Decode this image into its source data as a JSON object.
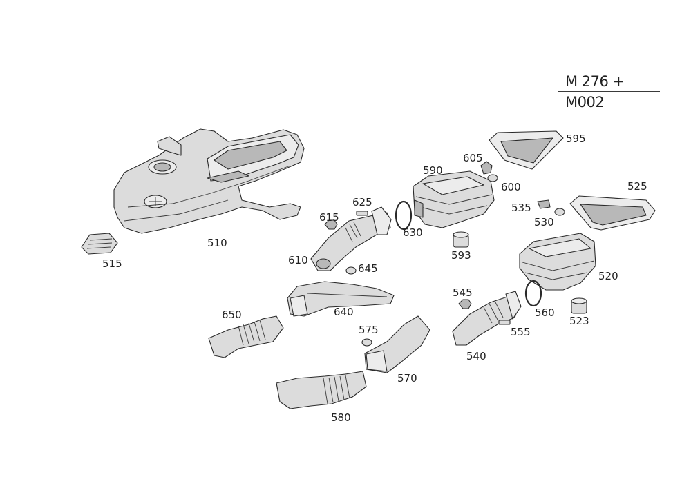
{
  "title": "M 276 + M002",
  "callouts": [
    {
      "id": "510",
      "label": "510"
    },
    {
      "id": "515",
      "label": "515"
    },
    {
      "id": "520",
      "label": "520"
    },
    {
      "id": "523",
      "label": "523"
    },
    {
      "id": "525",
      "label": "525"
    },
    {
      "id": "530",
      "label": "530"
    },
    {
      "id": "535",
      "label": "535"
    },
    {
      "id": "540",
      "label": "540"
    },
    {
      "id": "545",
      "label": "545"
    },
    {
      "id": "555",
      "label": "555"
    },
    {
      "id": "560",
      "label": "560"
    },
    {
      "id": "570",
      "label": "570"
    },
    {
      "id": "575",
      "label": "575"
    },
    {
      "id": "580",
      "label": "580"
    },
    {
      "id": "590",
      "label": "590"
    },
    {
      "id": "593",
      "label": "593"
    },
    {
      "id": "595",
      "label": "595"
    },
    {
      "id": "600",
      "label": "600"
    },
    {
      "id": "605",
      "label": "605"
    },
    {
      "id": "610",
      "label": "610"
    },
    {
      "id": "615",
      "label": "615"
    },
    {
      "id": "625",
      "label": "625"
    },
    {
      "id": "630",
      "label": "630"
    },
    {
      "id": "640",
      "label": "640"
    },
    {
      "id": "645",
      "label": "645"
    },
    {
      "id": "650",
      "label": "650"
    }
  ]
}
